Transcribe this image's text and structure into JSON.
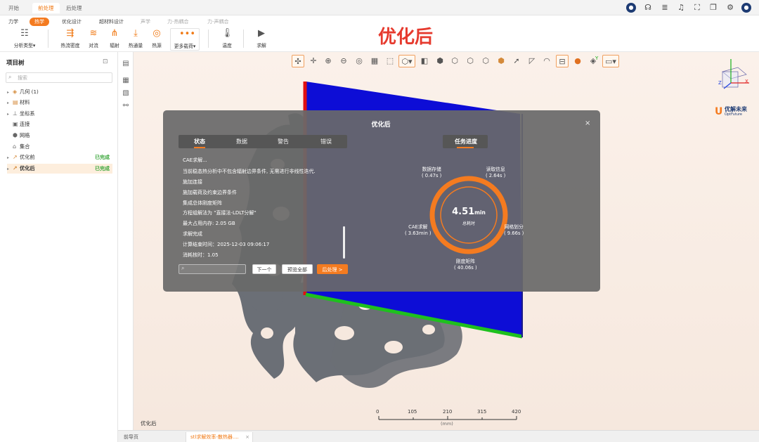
{
  "top_tabs": [
    {
      "label": "开始"
    },
    {
      "label": "前处理"
    },
    {
      "label": "后处理"
    }
  ],
  "sub_tabs": [
    {
      "label": "力学"
    },
    {
      "label": "热学"
    },
    {
      "label": "优化设计"
    },
    {
      "label": "超材料设计"
    },
    {
      "label": "声学"
    },
    {
      "label": "力-热耦合"
    },
    {
      "label": "力-声耦合"
    }
  ],
  "toolbar": {
    "analysis_type": "分析类型",
    "tools": [
      {
        "label": "热流密度"
      },
      {
        "label": "对流"
      },
      {
        "label": "辐射"
      },
      {
        "label": "热通量"
      },
      {
        "label": "热源"
      },
      {
        "label": "更多载荷"
      }
    ],
    "temperature": "温度",
    "solve": "求解"
  },
  "overlay_title": "优化后",
  "project_tree": {
    "title": "项目树",
    "search_placeholder": "搜索",
    "items": [
      {
        "label": "几何 (1)",
        "icon": "cube-icon",
        "status": ""
      },
      {
        "label": "材料",
        "icon": "material-icon",
        "status": ""
      },
      {
        "label": "坐标系",
        "icon": "axes-icon",
        "status": ""
      },
      {
        "label": "连接",
        "icon": "link-icon",
        "status": ""
      },
      {
        "label": "网格",
        "icon": "mesh-icon",
        "status": ""
      },
      {
        "label": "集合",
        "icon": "set-icon",
        "status": ""
      },
      {
        "label": "优化前",
        "icon": "chart-icon",
        "status": "已完成"
      },
      {
        "label": "优化后",
        "icon": "chart-icon",
        "status": "已完成"
      }
    ]
  },
  "brand": {
    "name": "优解未来",
    "sub": "OptFuture",
    "accent": "#f47b20"
  },
  "dialog": {
    "title": "优化后",
    "tabs": [
      {
        "label": "状态"
      },
      {
        "label": "数据"
      },
      {
        "label": "警告"
      },
      {
        "label": "错误"
      }
    ],
    "progress_tab": "任务进度",
    "log": [
      "CAE求解...",
      "当前稳态热分析中不包含辐射边界条件, 无需进行非线性迭代.",
      "施加连接",
      "施加载荷及约束边界条件",
      "集成总体刚度矩阵",
      "方程组解法为 \"直接法-LDLT分解\"",
      "最大占用内存: 2.05 GB",
      "求解完成",
      "计算结束时间：2025-12-03 09:06:17",
      "消耗核时：1.05"
    ],
    "buttons": {
      "next": "下一个",
      "preview_all": "预览全部",
      "postprocess": "后处理 >"
    },
    "ring": {
      "total_value": "4.51",
      "total_unit": "min",
      "total_label": "总耗时",
      "stages": [
        {
          "name": "数据存储",
          "time": "( 0.47s )"
        },
        {
          "name": "读取信息",
          "time": "( 2.64s )"
        },
        {
          "name": "网格划分",
          "time": "( 9.66s )"
        },
        {
          "name": "刚度矩阵",
          "time": "( 40.06s )"
        },
        {
          "name": "CAE求解",
          "time": "( 3.63min )"
        }
      ]
    }
  },
  "scale": {
    "ticks": [
      "0",
      "105",
      "210",
      "315",
      "420"
    ],
    "unit": "(mm)"
  },
  "viewport_label": "优化后",
  "bottom_tabs": [
    {
      "label": "前导页"
    },
    {
      "label": "stl求解效率-散热器...."
    }
  ]
}
